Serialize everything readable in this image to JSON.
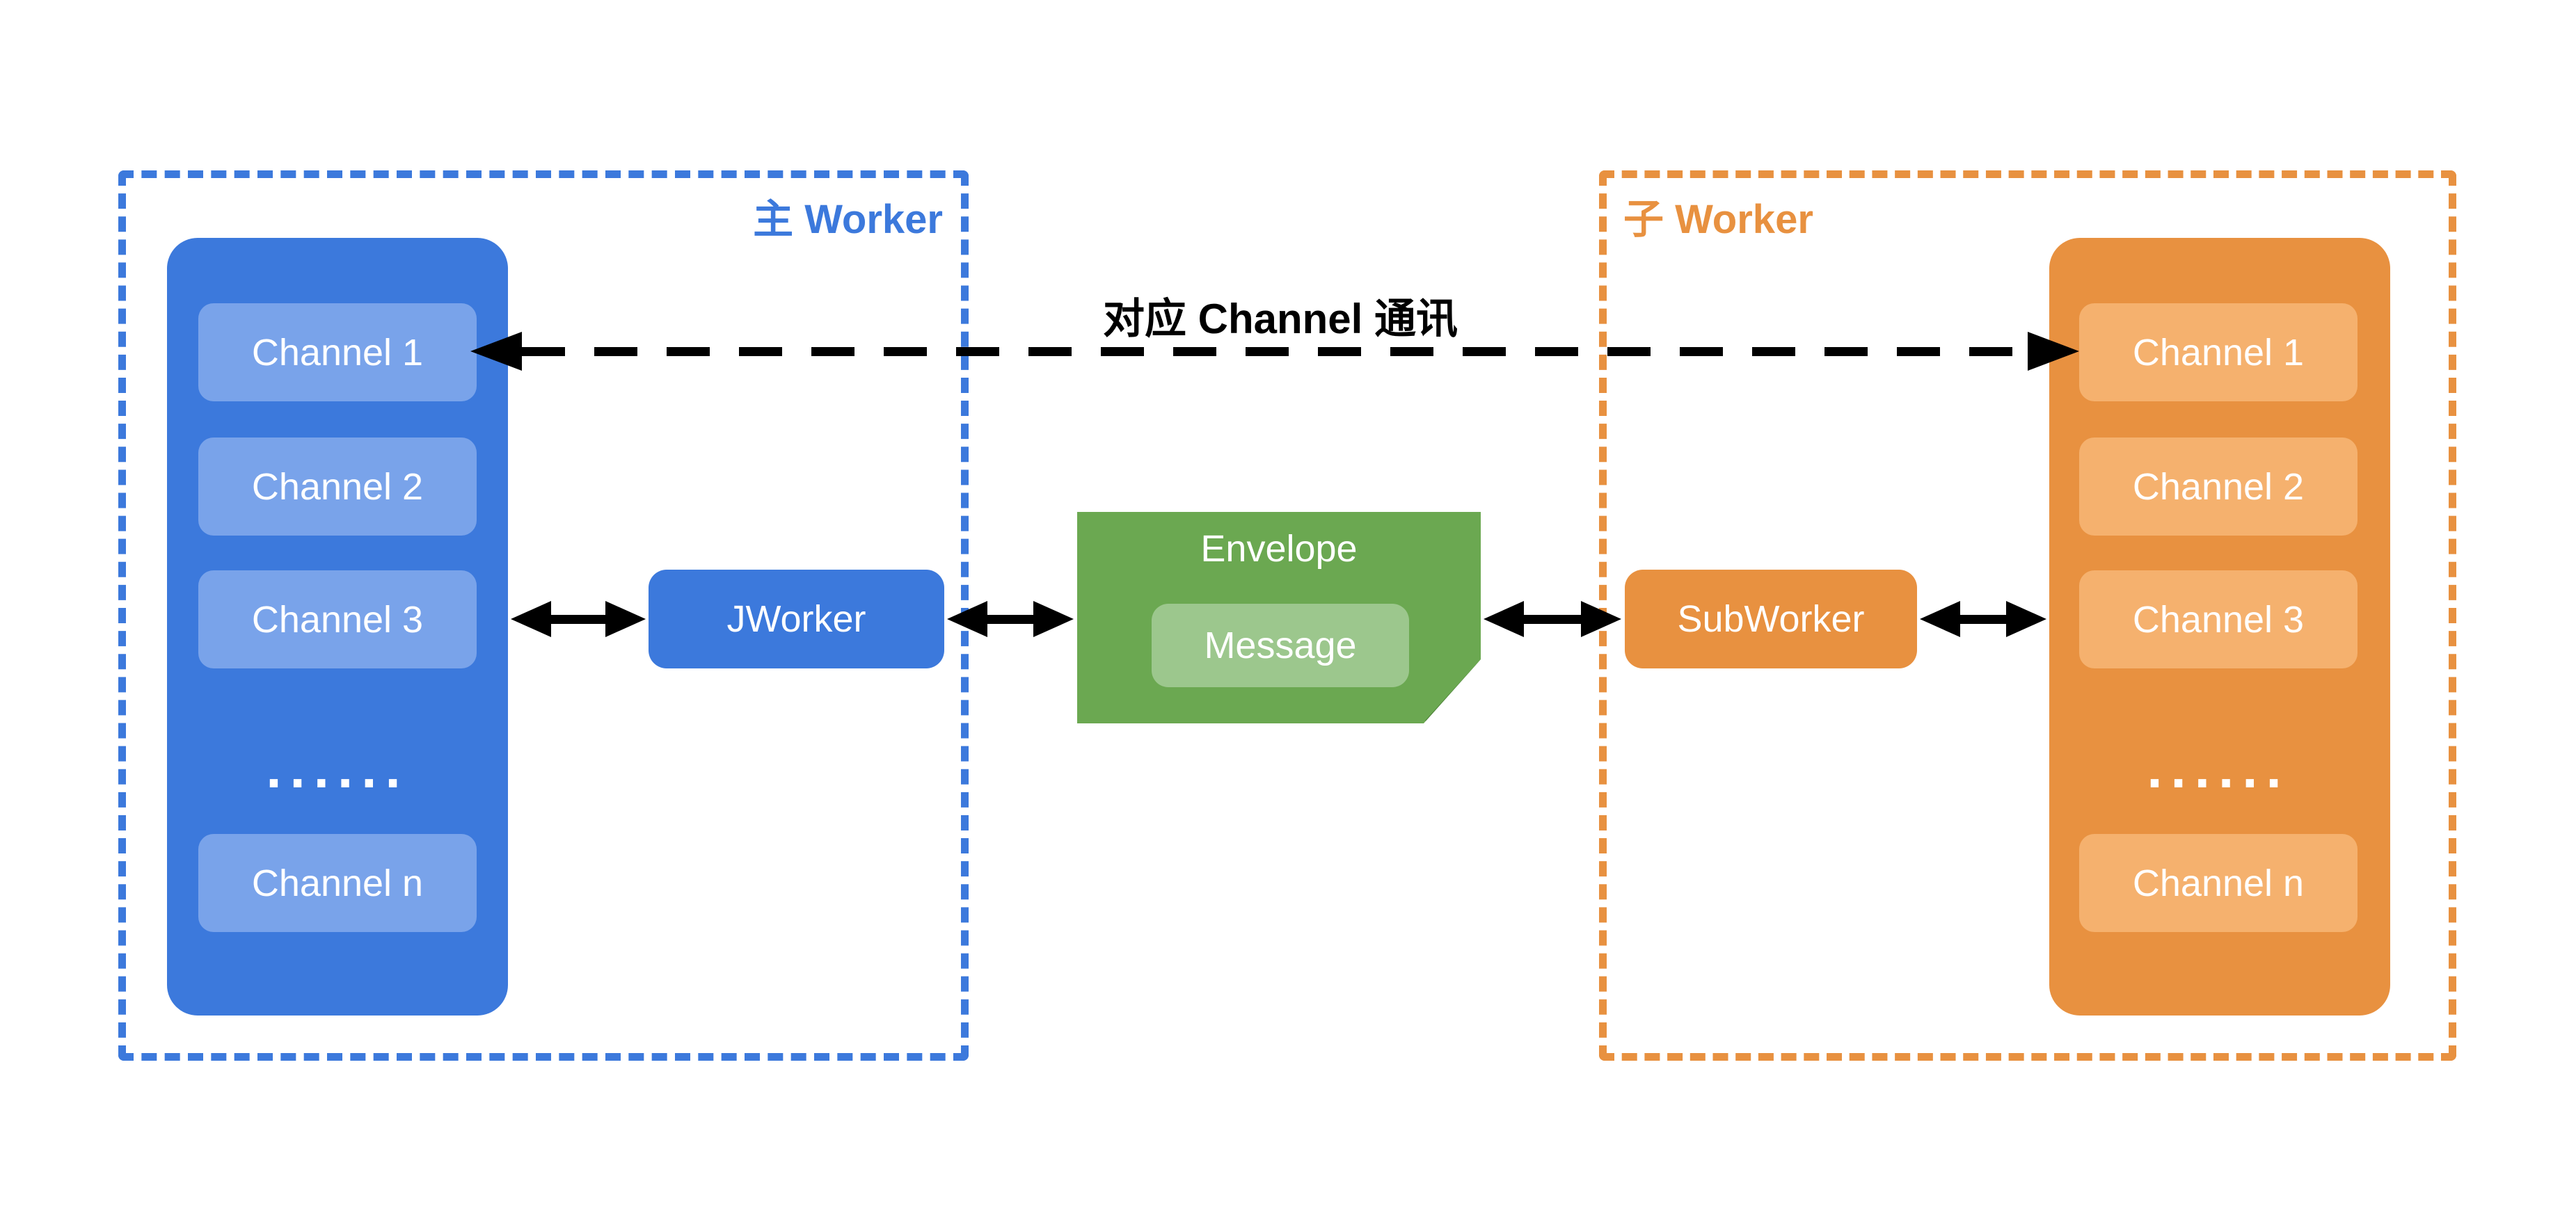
{
  "diagram": {
    "main_group": {
      "label": "主 Worker",
      "border_color": "#3C79DC"
    },
    "sub_group": {
      "label": "子 Worker",
      "border_color": "#E89140"
    },
    "main_container": {
      "fill": "#3C79DC",
      "channel_fill": "#79A3EA",
      "channels": [
        "Channel 1",
        "Channel 2",
        "Channel 3",
        "......",
        "Channel n"
      ]
    },
    "sub_container": {
      "fill": "#E89140",
      "channel_fill": "#F5B16E",
      "channels": [
        "Channel 1",
        "Channel 2",
        "Channel 3",
        "......",
        "Channel n"
      ]
    },
    "jworker": {
      "label": "JWorker",
      "fill": "#3C79DC"
    },
    "subworker": {
      "label": "SubWorker",
      "fill": "#E89140"
    },
    "envelope": {
      "label": "Envelope",
      "fill": "#6BA851",
      "fold_color": "#4D8038",
      "message": {
        "label": "Message",
        "fill": "#9CC78D"
      }
    },
    "channel_link": {
      "label": "对应 Channel 通讯",
      "color": "#000000"
    }
  }
}
